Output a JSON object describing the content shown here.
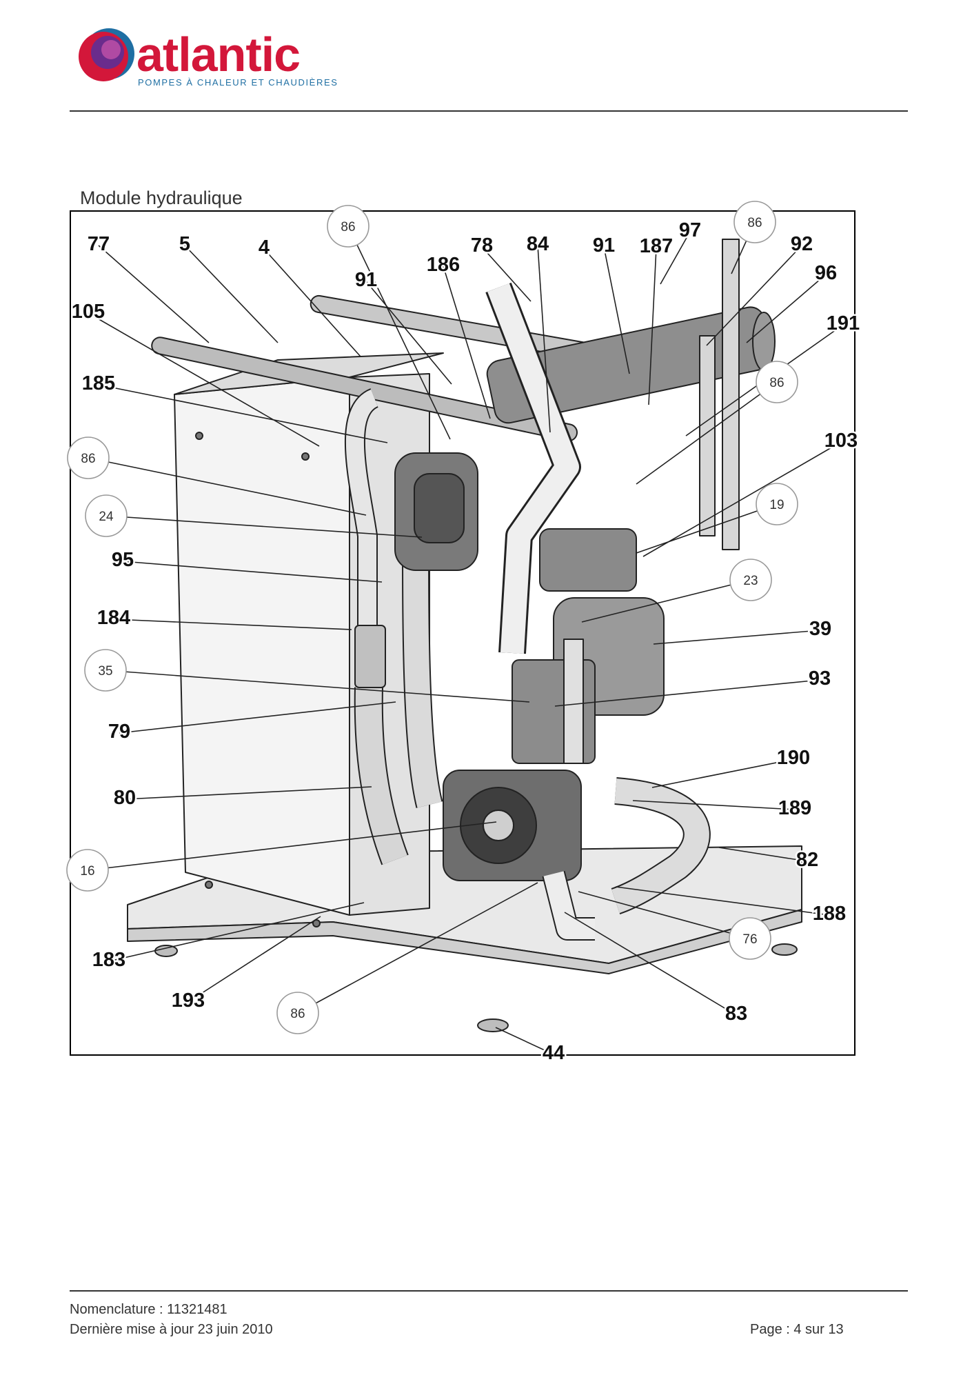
{
  "header": {
    "brand": "atlantic",
    "tagline": "POMPES À CHALEUR ET CHAUDIÈRES",
    "brand_colors": {
      "primary": "#d3173a",
      "secondary": "#1f6fa3",
      "logo_purple": "#6a2c8c"
    }
  },
  "section_title": "Module hydraulique",
  "figure": {
    "numbers": [
      "77",
      "5",
      "4",
      "91",
      "186",
      "78",
      "84",
      "91",
      "187",
      "97",
      "92",
      "96",
      "191",
      "105",
      "185",
      "103",
      "95",
      "184",
      "39",
      "93",
      "79",
      "190",
      "80",
      "189",
      "82",
      "188",
      "183",
      "193",
      "83",
      "44"
    ],
    "circled": [
      "86",
      "86",
      "86",
      "86",
      "24",
      "19",
      "23",
      "35",
      "16",
      "76",
      "86"
    ]
  },
  "footer": {
    "nomenclature": "Nomenclature : 11321481",
    "updated": "Dernière mise à jour 23 juin 2010",
    "page": "Page : 4 sur 13"
  }
}
